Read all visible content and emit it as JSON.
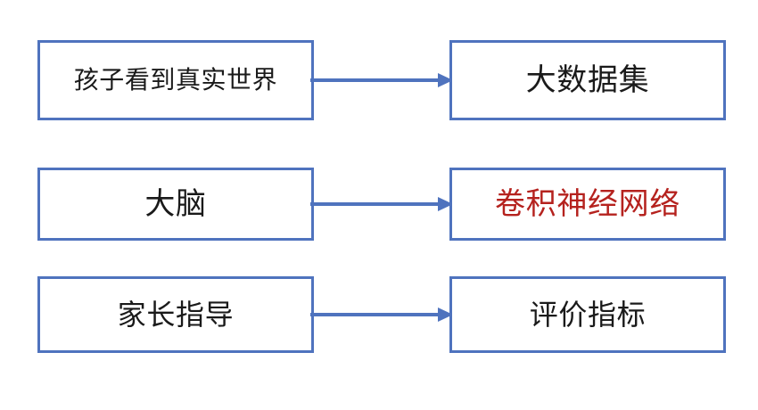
{
  "diagram": {
    "type": "flow-mapping",
    "background_color": "#ffffff",
    "box_border_color": "#4f73be",
    "arrow_color": "#4f73be",
    "default_text_color": "#1a1a1a",
    "accent_text_color": "#b5221e",
    "rows": [
      {
        "source": "孩子看到真实世界",
        "target": "大数据集",
        "source_accent": false,
        "target_accent": false,
        "arrow": "right-arrow-icon"
      },
      {
        "source": "大脑",
        "target": "卷积神经网络",
        "source_accent": false,
        "target_accent": true,
        "arrow": "right-arrow-icon"
      },
      {
        "source": "家长指导",
        "target": "评价指标",
        "source_accent": false,
        "target_accent": false,
        "arrow": "right-arrow-icon"
      }
    ]
  }
}
